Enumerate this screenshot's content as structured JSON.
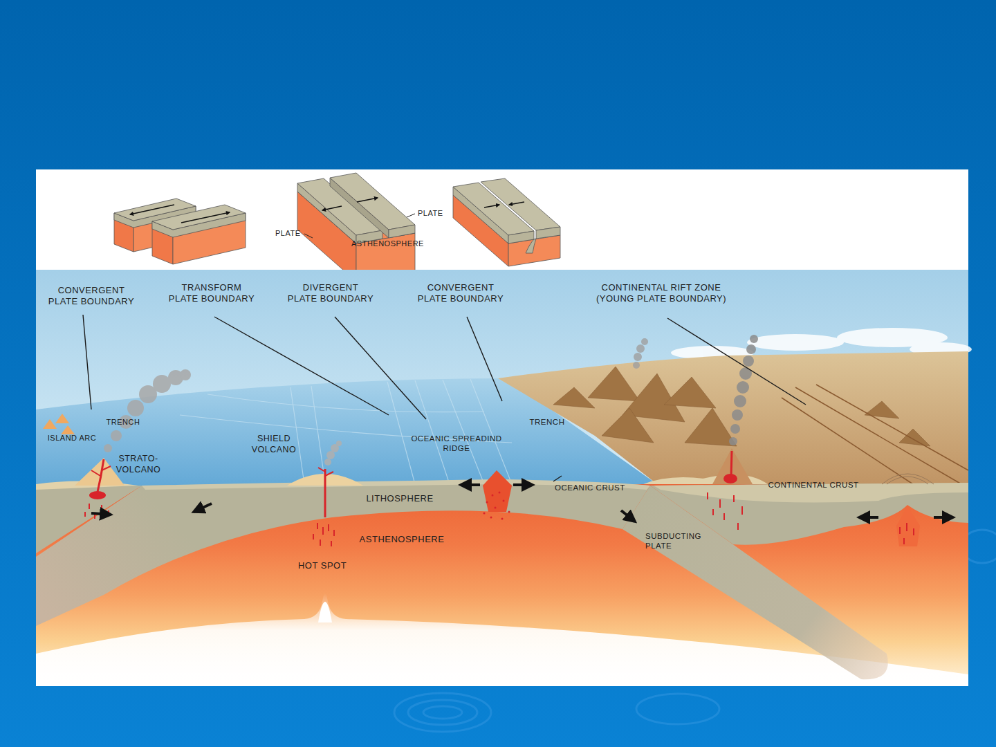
{
  "diagram": {
    "labels": [
      "CONVERGENT PLATE BOUNDARY",
      "TRANSFORM PLATE BOUNDARY",
      "DIVERGENT PLATE BOUNDARY",
      "CONVERGENT PLATE BOUNDARY",
      "CONTINENTAL RIFT ZONE (YOUNG PLATE BOUNDARY)",
      "TRENCH",
      "ISLAND ARC",
      "STRATO-VOLCANO",
      "SHIELD VOLCANO",
      "OCEANIC SPREADIND RIDGE",
      "TRENCH",
      "OCEANIC CRUST",
      "CONTINENTAL CRUST",
      "LITHOSPHERE",
      "ASTHENOSPHERE",
      "HOT SPOT",
      "SUBDUCTING PLATE",
      "PLATE",
      "PLATE",
      "ASTHENOSPHERE"
    ]
  }
}
